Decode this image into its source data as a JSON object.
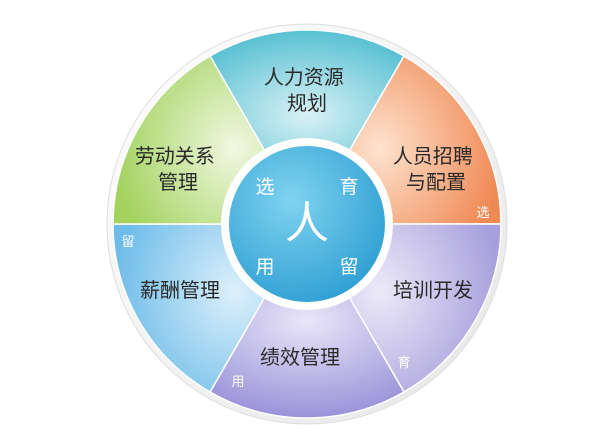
{
  "center": {
    "label": "人",
    "words": [
      "选",
      "育",
      "用",
      "留"
    ]
  },
  "segments": [
    {
      "id": "planning",
      "lines": [
        "人力资源",
        "规划"
      ],
      "color": "#63c6d6"
    },
    {
      "id": "staffing",
      "lines": [
        "人员招聘",
        "与配置"
      ],
      "color": "#f4a777"
    },
    {
      "id": "training",
      "lines": [
        "培训开发"
      ],
      "color": "#b9b2e4"
    },
    {
      "id": "performance",
      "lines": [
        "绩效管理"
      ],
      "color": "#a9a2e0"
    },
    {
      "id": "compensation",
      "lines": [
        "薪酬管理"
      ],
      "color": "#8cccee"
    },
    {
      "id": "labor",
      "lines": [
        "劳动关系",
        "管理"
      ],
      "color": "#b6db7c"
    }
  ],
  "edge_labels": {
    "xuan": "选",
    "yu": "育",
    "yong": "用",
    "liu": "留"
  }
}
